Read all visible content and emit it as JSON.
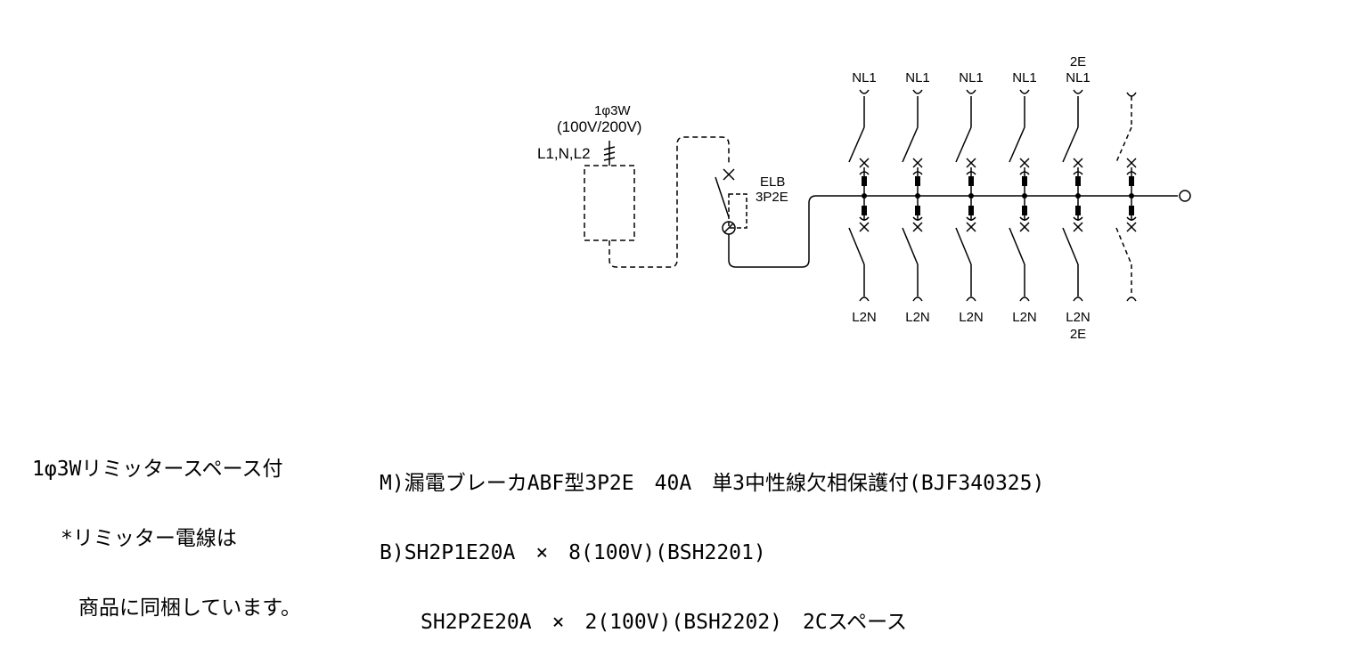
{
  "diagram": {
    "supply": {
      "phase_label": "1φ3W",
      "voltage_label": "(100V/200V)",
      "lines_label": "L1,N,L2"
    },
    "main_breaker": {
      "name": "ELB",
      "type": "3P2E"
    },
    "top_labels": [
      "NL1",
      "NL1",
      "NL1",
      "NL1",
      "NL1",
      ""
    ],
    "top_extra_label": "2E",
    "bottom_labels": [
      "L2N",
      "L2N",
      "L2N",
      "L2N",
      "L2N",
      ""
    ],
    "bottom_extra_label": "2E"
  },
  "notes": {
    "left_line1": "1φ3Wリミッタースペース付",
    "left_line2": "*リミッター電線は",
    "left_line3": "商品に同梱しています。",
    "spec_line1": "M)漏電ブレーカABF型3P2E　40A　単3中性線欠相保護付(BJF340325)",
    "spec_line2": "B)SH2P1E20A　×　8(100V)(BSH2201)",
    "spec_line3": "SH2P2E20A　×　2(100V)(BSH2202)　2Cスペース"
  }
}
